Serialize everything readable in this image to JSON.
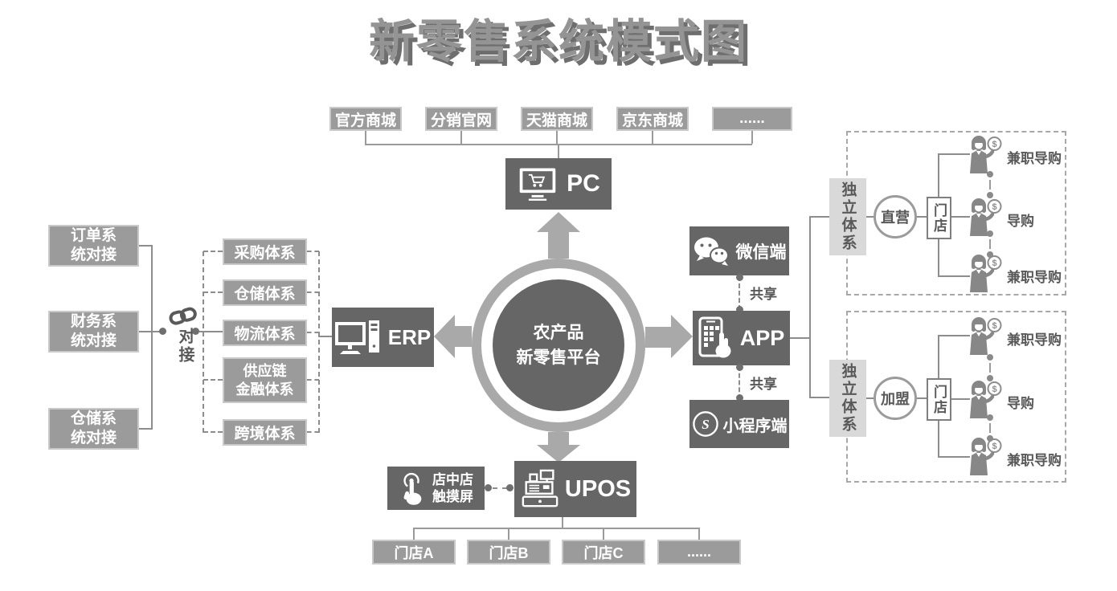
{
  "title": "新零售系统模式图",
  "colors": {
    "dark_box": "#666666",
    "medium_box": "#9b9b9b",
    "light_box": "#d9d9d9",
    "line": "#9a9a9a",
    "arrow": "#a9a9a9",
    "text_on_dark": "#ffffff",
    "text_dark": "#595959",
    "title_text": "#949494"
  },
  "icons": {
    "pc": "monitor-cart-icon",
    "erp": "desktop-computer-icon",
    "wechat": "wechat-icon",
    "app": "phone-touch-icon",
    "miniprogram": "miniprogram-icon",
    "link": "chain-link-icon",
    "touch": "touch-press-icon",
    "upos": "cash-register-icon",
    "guide": "shopper-coin-icon"
  },
  "top_channels": [
    "官方商城",
    "分销官网",
    "天猫商城",
    "京东商城",
    "......"
  ],
  "pc": {
    "label": "PC"
  },
  "center": {
    "label": "农产品\n新零售平台"
  },
  "erp": {
    "label": "ERP"
  },
  "supply_systems": [
    "采购体系",
    "仓储体系",
    "物流体系",
    "供应链\n金融体系",
    "跨境体系"
  ],
  "integrations": [
    "订单系\n统对接",
    "财务系\n统对接",
    "仓储系\n统对接"
  ],
  "link": {
    "label": "对接"
  },
  "wechat": {
    "label": "微信端"
  },
  "app": {
    "label": "APP"
  },
  "miniprogram": {
    "label": "小程序端"
  },
  "share_labels": [
    "共享",
    "共享"
  ],
  "branches": [
    {
      "system_label": "独立体系",
      "mode": "直营",
      "store": "门店",
      "guides": [
        "兼职导购",
        "导购",
        "兼职导购"
      ]
    },
    {
      "system_label": "独立体系",
      "mode": "加盟",
      "store": "门店",
      "guides": [
        "兼职导购",
        "导购",
        "兼职导购"
      ]
    }
  ],
  "touch": {
    "label": "店中店\n触摸屏"
  },
  "upos": {
    "label": "UPOS"
  },
  "bottom_stores": [
    "门店A",
    "门店B",
    "门店C",
    "......"
  ]
}
